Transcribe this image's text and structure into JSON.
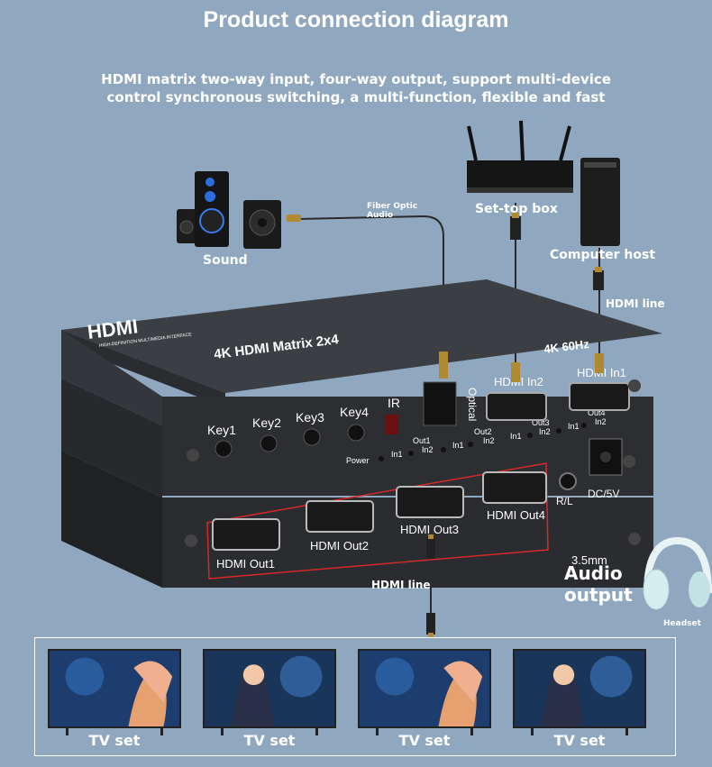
{
  "header": {
    "title": "Product connection diagram",
    "subtitle_line1": "HDMI matrix two-way input, four-way output, support multi-device",
    "subtitle_line2": "control synchronous switching, a multi-function, flexible and fast"
  },
  "devices": {
    "sound": "Sound",
    "set_top_box": "Set-top box",
    "computer_host": "Computer host",
    "headset": "Headset"
  },
  "cables": {
    "fiber_optic": "Fiber Optic",
    "fiber_audio": "Audio",
    "hdmi_line_top": "HDMI line",
    "hdmi_line_bottom": "HDMI line",
    "jack_size": "3.5mm",
    "audio_word": "Audio",
    "output_word": "output"
  },
  "matrix": {
    "logo": "HDMI",
    "logo_tagline": "HIGH-DEFINITION MULTIMEDIA INTERFACE",
    "model": "4K HDMI Matrix 2x4",
    "resolution": "4K 60Hz",
    "keys": [
      "Key1",
      "Key2",
      "Key3",
      "Key4"
    ],
    "ir": "IR",
    "optical": "Optical",
    "power": "Power",
    "in1": "In1",
    "in2": "In2",
    "out1": "Out1",
    "out2": "Out2",
    "out3": "Out3",
    "out4": "Out4",
    "hdmi_in2": "HDMI In2",
    "hdmi_in1": "HDMI In1",
    "rl": "R/L",
    "dc": "DC/5V",
    "outputs": [
      "HDMI Out1",
      "HDMI Out2",
      "HDMI Out3",
      "HDMI Out4"
    ]
  },
  "tvs": [
    "TV set",
    "TV set",
    "TV set",
    "TV set"
  ]
}
